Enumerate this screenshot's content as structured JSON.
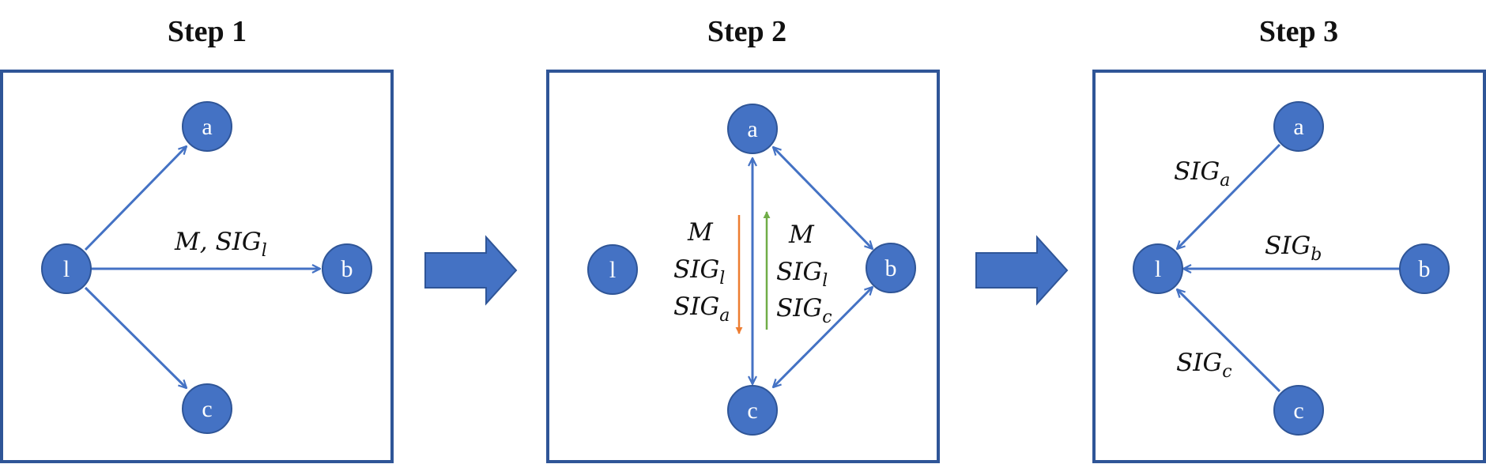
{
  "steps": [
    {
      "title": "Step 1"
    },
    {
      "title": "Step 2"
    },
    {
      "title": "Step 3"
    }
  ],
  "nodes": {
    "l": "l",
    "a": "a",
    "b": "b",
    "c": "c"
  },
  "step1": {
    "edge_label_main": "M, SIG",
    "edge_label_sub": "l"
  },
  "step2": {
    "left_lines": [
      {
        "main": "M",
        "sub": ""
      },
      {
        "main": "SIG",
        "sub": "l"
      },
      {
        "main": "SIG",
        "sub": "a"
      }
    ],
    "right_lines": [
      {
        "main": "M",
        "sub": ""
      },
      {
        "main": "SIG",
        "sub": "l"
      },
      {
        "main": "SIG",
        "sub": "c"
      }
    ]
  },
  "step3": {
    "label_a": {
      "main": "SIG",
      "sub": "a"
    },
    "label_b": {
      "main": "SIG",
      "sub": "b"
    },
    "label_c": {
      "main": "SIG",
      "sub": "c"
    }
  },
  "colors": {
    "node_fill": "#4472C4",
    "node_stroke": "#2F5597",
    "frame": "#2F5597",
    "arrow": "#4472C4",
    "orange": "#ED7D31",
    "green": "#70AD47"
  }
}
